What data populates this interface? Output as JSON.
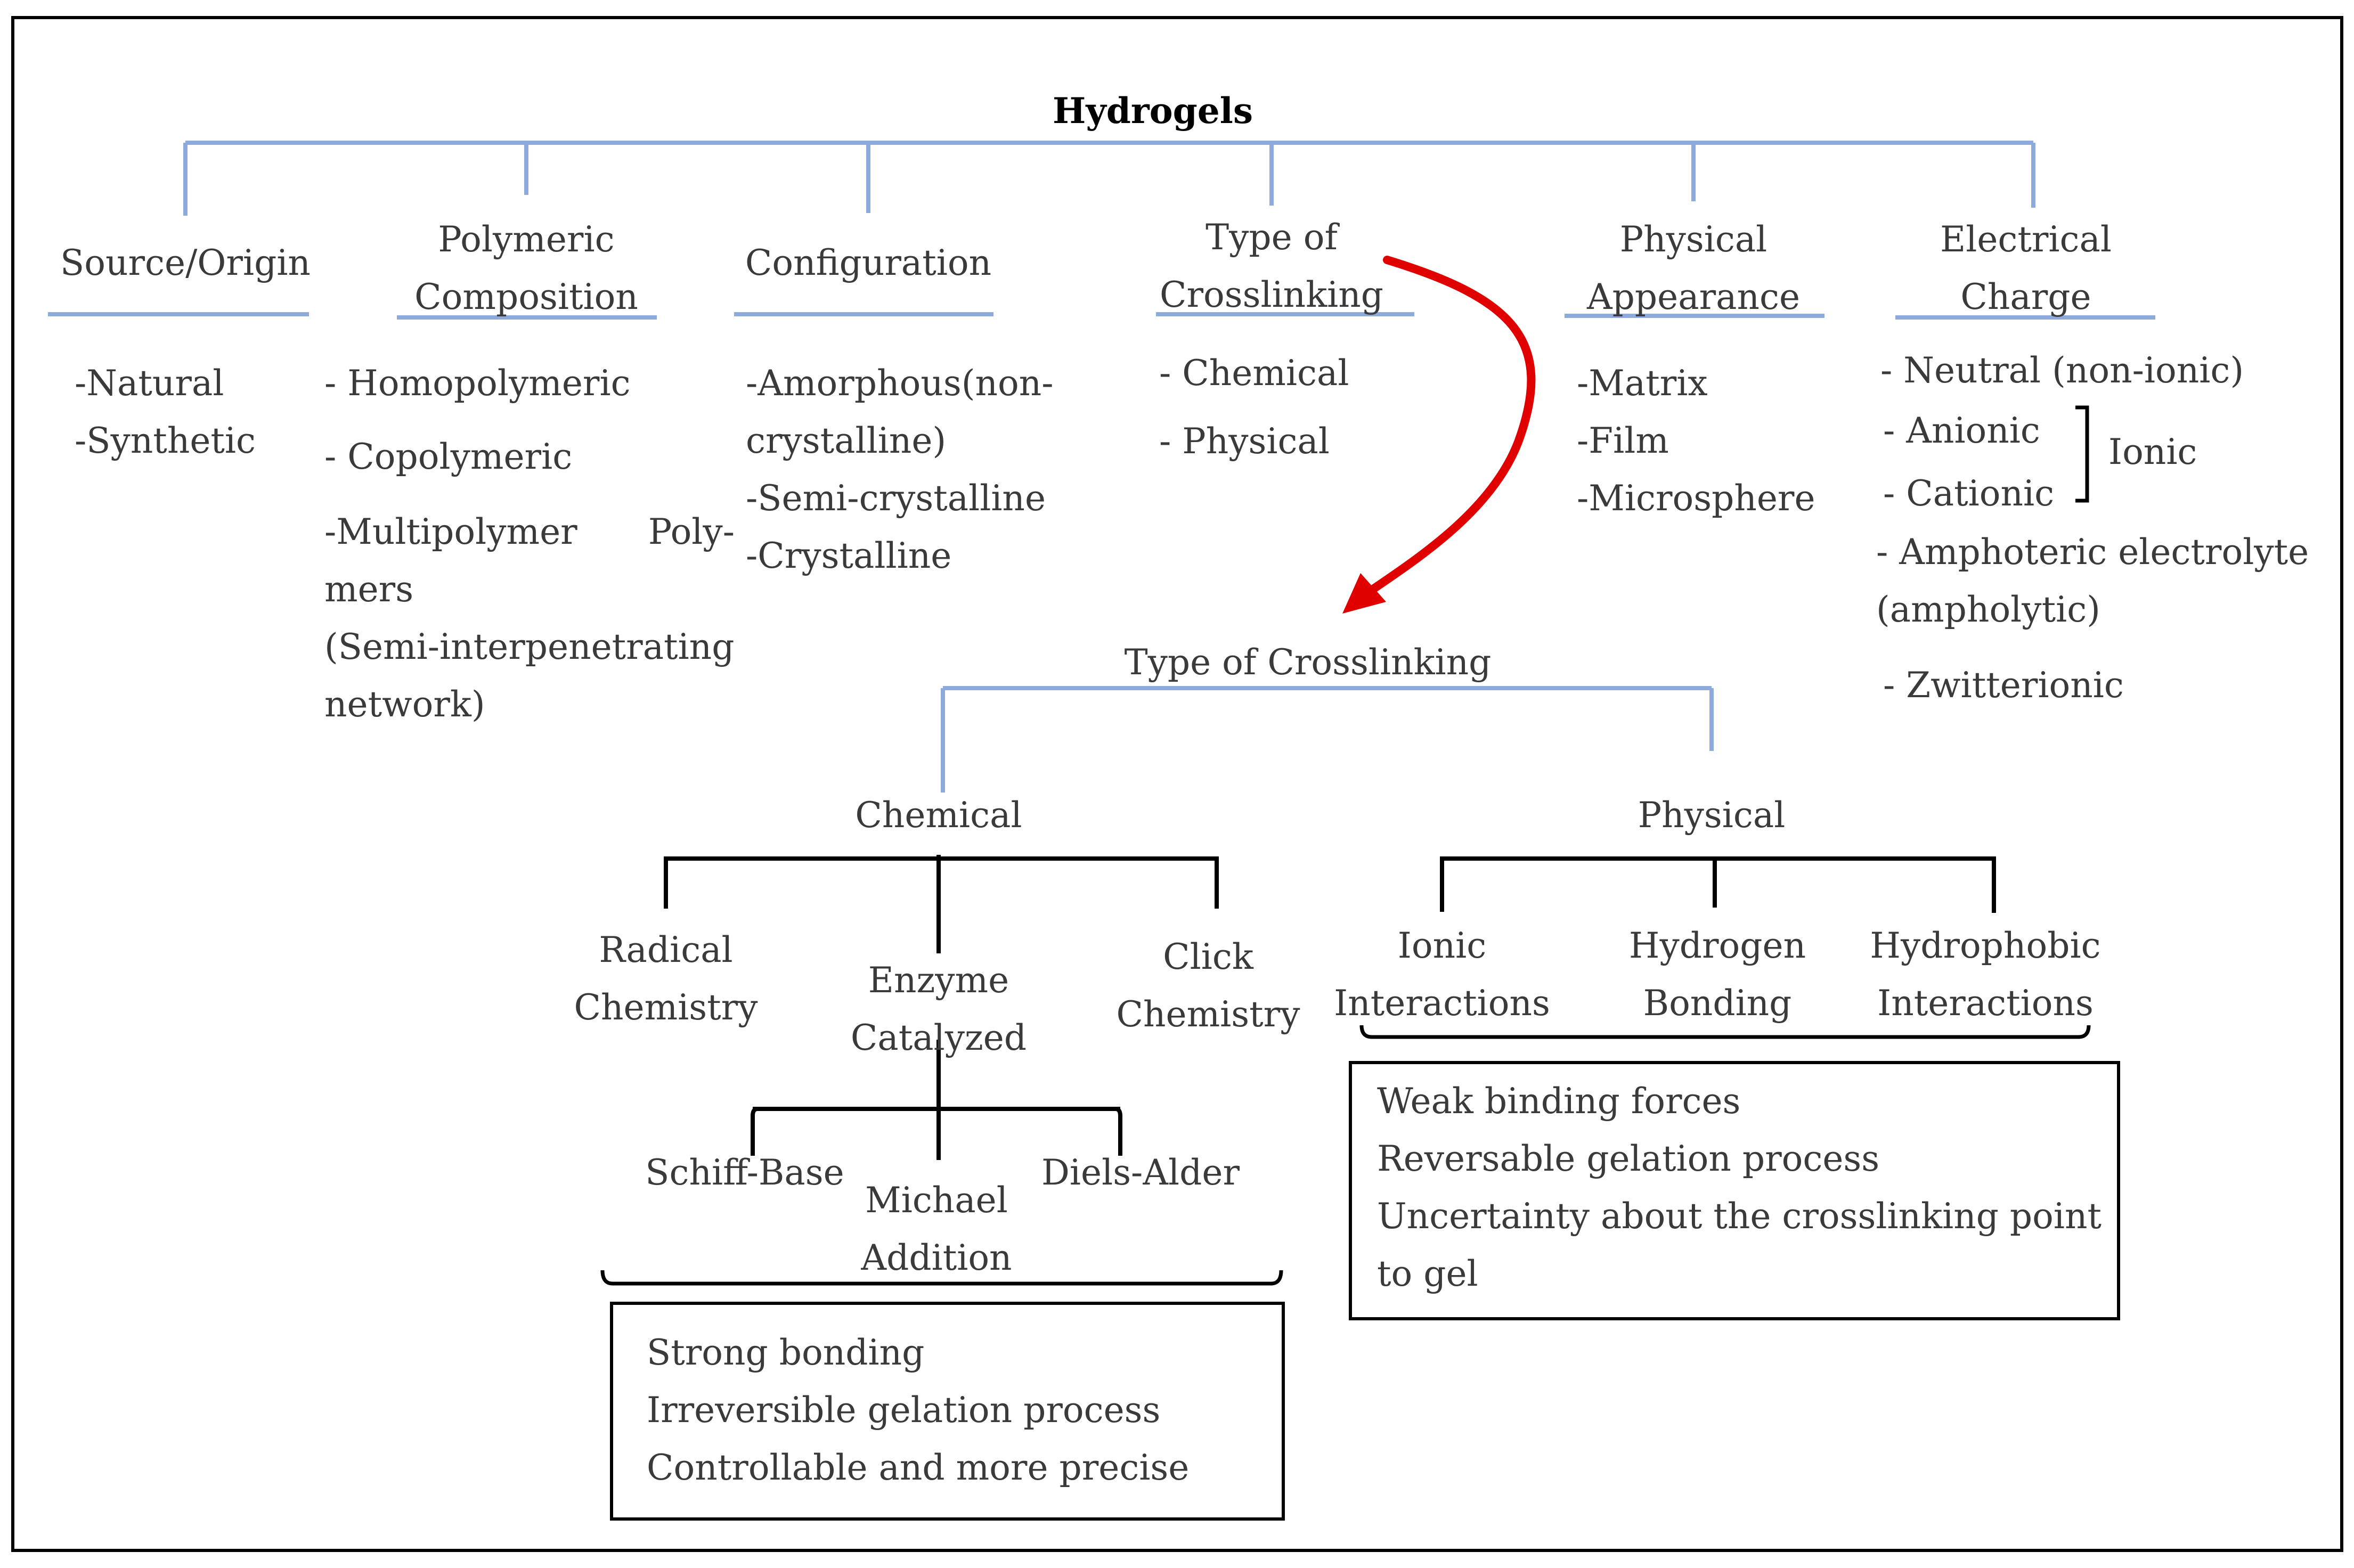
{
  "root": "Hydrogels",
  "categories": [
    {
      "heading": [
        "Source/Origin"
      ],
      "items": [
        "-Natural",
        "-Synthetic"
      ]
    },
    {
      "heading": [
        "Polymeric",
        "Composition"
      ],
      "items": [
        "- Homopolymeric",
        "- Copolymeric",
        "-Multipolymer Poly-",
        "mers",
        "(Semi-interpenetrating",
        "network)"
      ]
    },
    {
      "heading": [
        "Configuration"
      ],
      "items": [
        "-Amorphous(non-",
        "crystalline)",
        "-Semi-crystalline",
        "-Crystalline"
      ]
    },
    {
      "heading": [
        "Type of",
        "Crosslinking"
      ],
      "items": [
        "- Chemical",
        "- Physical"
      ]
    },
    {
      "heading": [
        "Physical",
        "Appearance"
      ],
      "items": [
        "-Matrix",
        "-Film",
        "-Microsphere"
      ]
    },
    {
      "heading": [
        "Electrical",
        "Charge"
      ],
      "items": [
        "- Neutral (non-ionic)",
        "- Anionic",
        "- Cationic",
        "- Amphoteric electrolyte",
        "(ampholytic)",
        "- Zwitterionic"
      ],
      "ionic_label": "Ionic"
    }
  ],
  "crosslinking": {
    "title": "Type of Crosslinking",
    "chemical": {
      "label": "Chemical",
      "methods": [
        [
          "Radical",
          "Chemistry"
        ],
        [
          "Enzyme",
          "Catalyzed"
        ],
        [
          "Click",
          "Chemistry"
        ]
      ],
      "reactions": [
        "Schiff-Base",
        [
          "Michael",
          "Addition"
        ],
        "Diels-Alder"
      ],
      "properties": [
        "Strong bonding",
        "Irreversible gelation process",
        "Controllable and more precise"
      ]
    },
    "physical": {
      "label": "Physical",
      "methods": [
        [
          "Ionic",
          "Interactions"
        ],
        [
          "Hydrogen",
          "Bonding"
        ],
        [
          "Hydrophobic",
          "Interactions"
        ]
      ],
      "properties": [
        "Weak binding forces",
        "Reversable gelation process",
        "Uncertainty about the crosslinking point",
        "to gel"
      ]
    }
  },
  "colors": {
    "tree_line": "#8eaadb",
    "bracket_line": "#000000",
    "arrow": "#e00000",
    "text": "#3a3a3a"
  }
}
